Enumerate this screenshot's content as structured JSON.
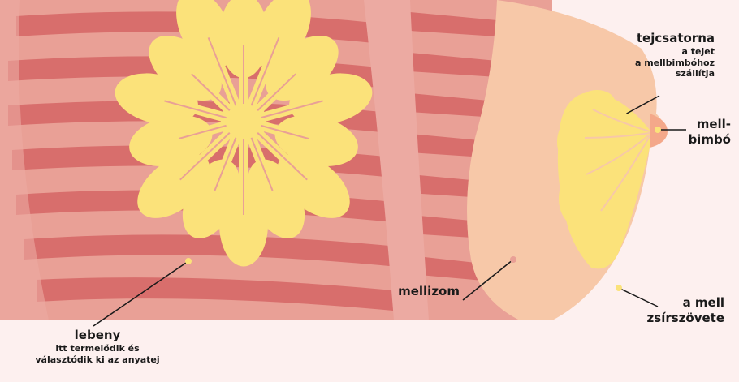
{
  "colors": {
    "background": "#fdf0ef",
    "muscle_base": "#e9a096",
    "muscle_stripe": "#d86e6c",
    "fat_tissue": "#f7c8a8",
    "gland": "#fbe27a",
    "nipple": "#f4a88a",
    "leader_line": "#1a1a1a"
  },
  "labels": {
    "lobe": {
      "title": "lebeny",
      "description_line1": "itt termelődik és",
      "description_line2": "választódik ki az anyatej"
    },
    "milk_duct": {
      "title": "tejcsatorna",
      "description_line1": "a tejet",
      "description_line2": "a mellbimbóhoz",
      "description_line3": "szállítja"
    },
    "nipple": {
      "line1": "mell-",
      "line2": "bimbó"
    },
    "pectoral_muscle": {
      "title": "mellizom"
    },
    "fat_tissue": {
      "line1": "a mell",
      "line2": "zsírszövete"
    }
  }
}
